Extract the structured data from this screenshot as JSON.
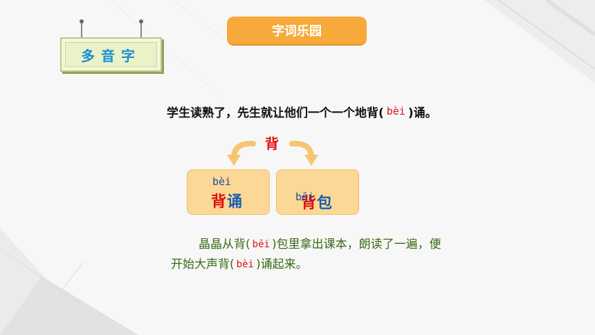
{
  "header": {
    "title": "字词乐园"
  },
  "sign": {
    "label": "多音字"
  },
  "sentence": {
    "before": "学生读熟了，先生就让他们一个一个地背(",
    "pinyin": "bèi",
    "after": ")诵。"
  },
  "center_char": "背",
  "cards": [
    {
      "pinyin": "bèi",
      "char1": "背",
      "char2": "诵"
    },
    {
      "pinyin": "bēi",
      "char1": "背",
      "char2": "包"
    }
  ],
  "paragraph": {
    "line1_a": "晶晶从背(",
    "line1_py": "bēi",
    "line1_b": ")包里拿出课本，朗读了一遍，便",
    "line2_a": "开始大声背(",
    "line2_py": "bèi",
    "line2_b": ")诵起来。"
  },
  "colors": {
    "accent_orange": "#f7a93a",
    "card_fill": "#fbd896",
    "pinyin_red": "#e01010",
    "paragraph_green": "#3a6a12",
    "sign_text_blue": "#1a8fd6"
  }
}
